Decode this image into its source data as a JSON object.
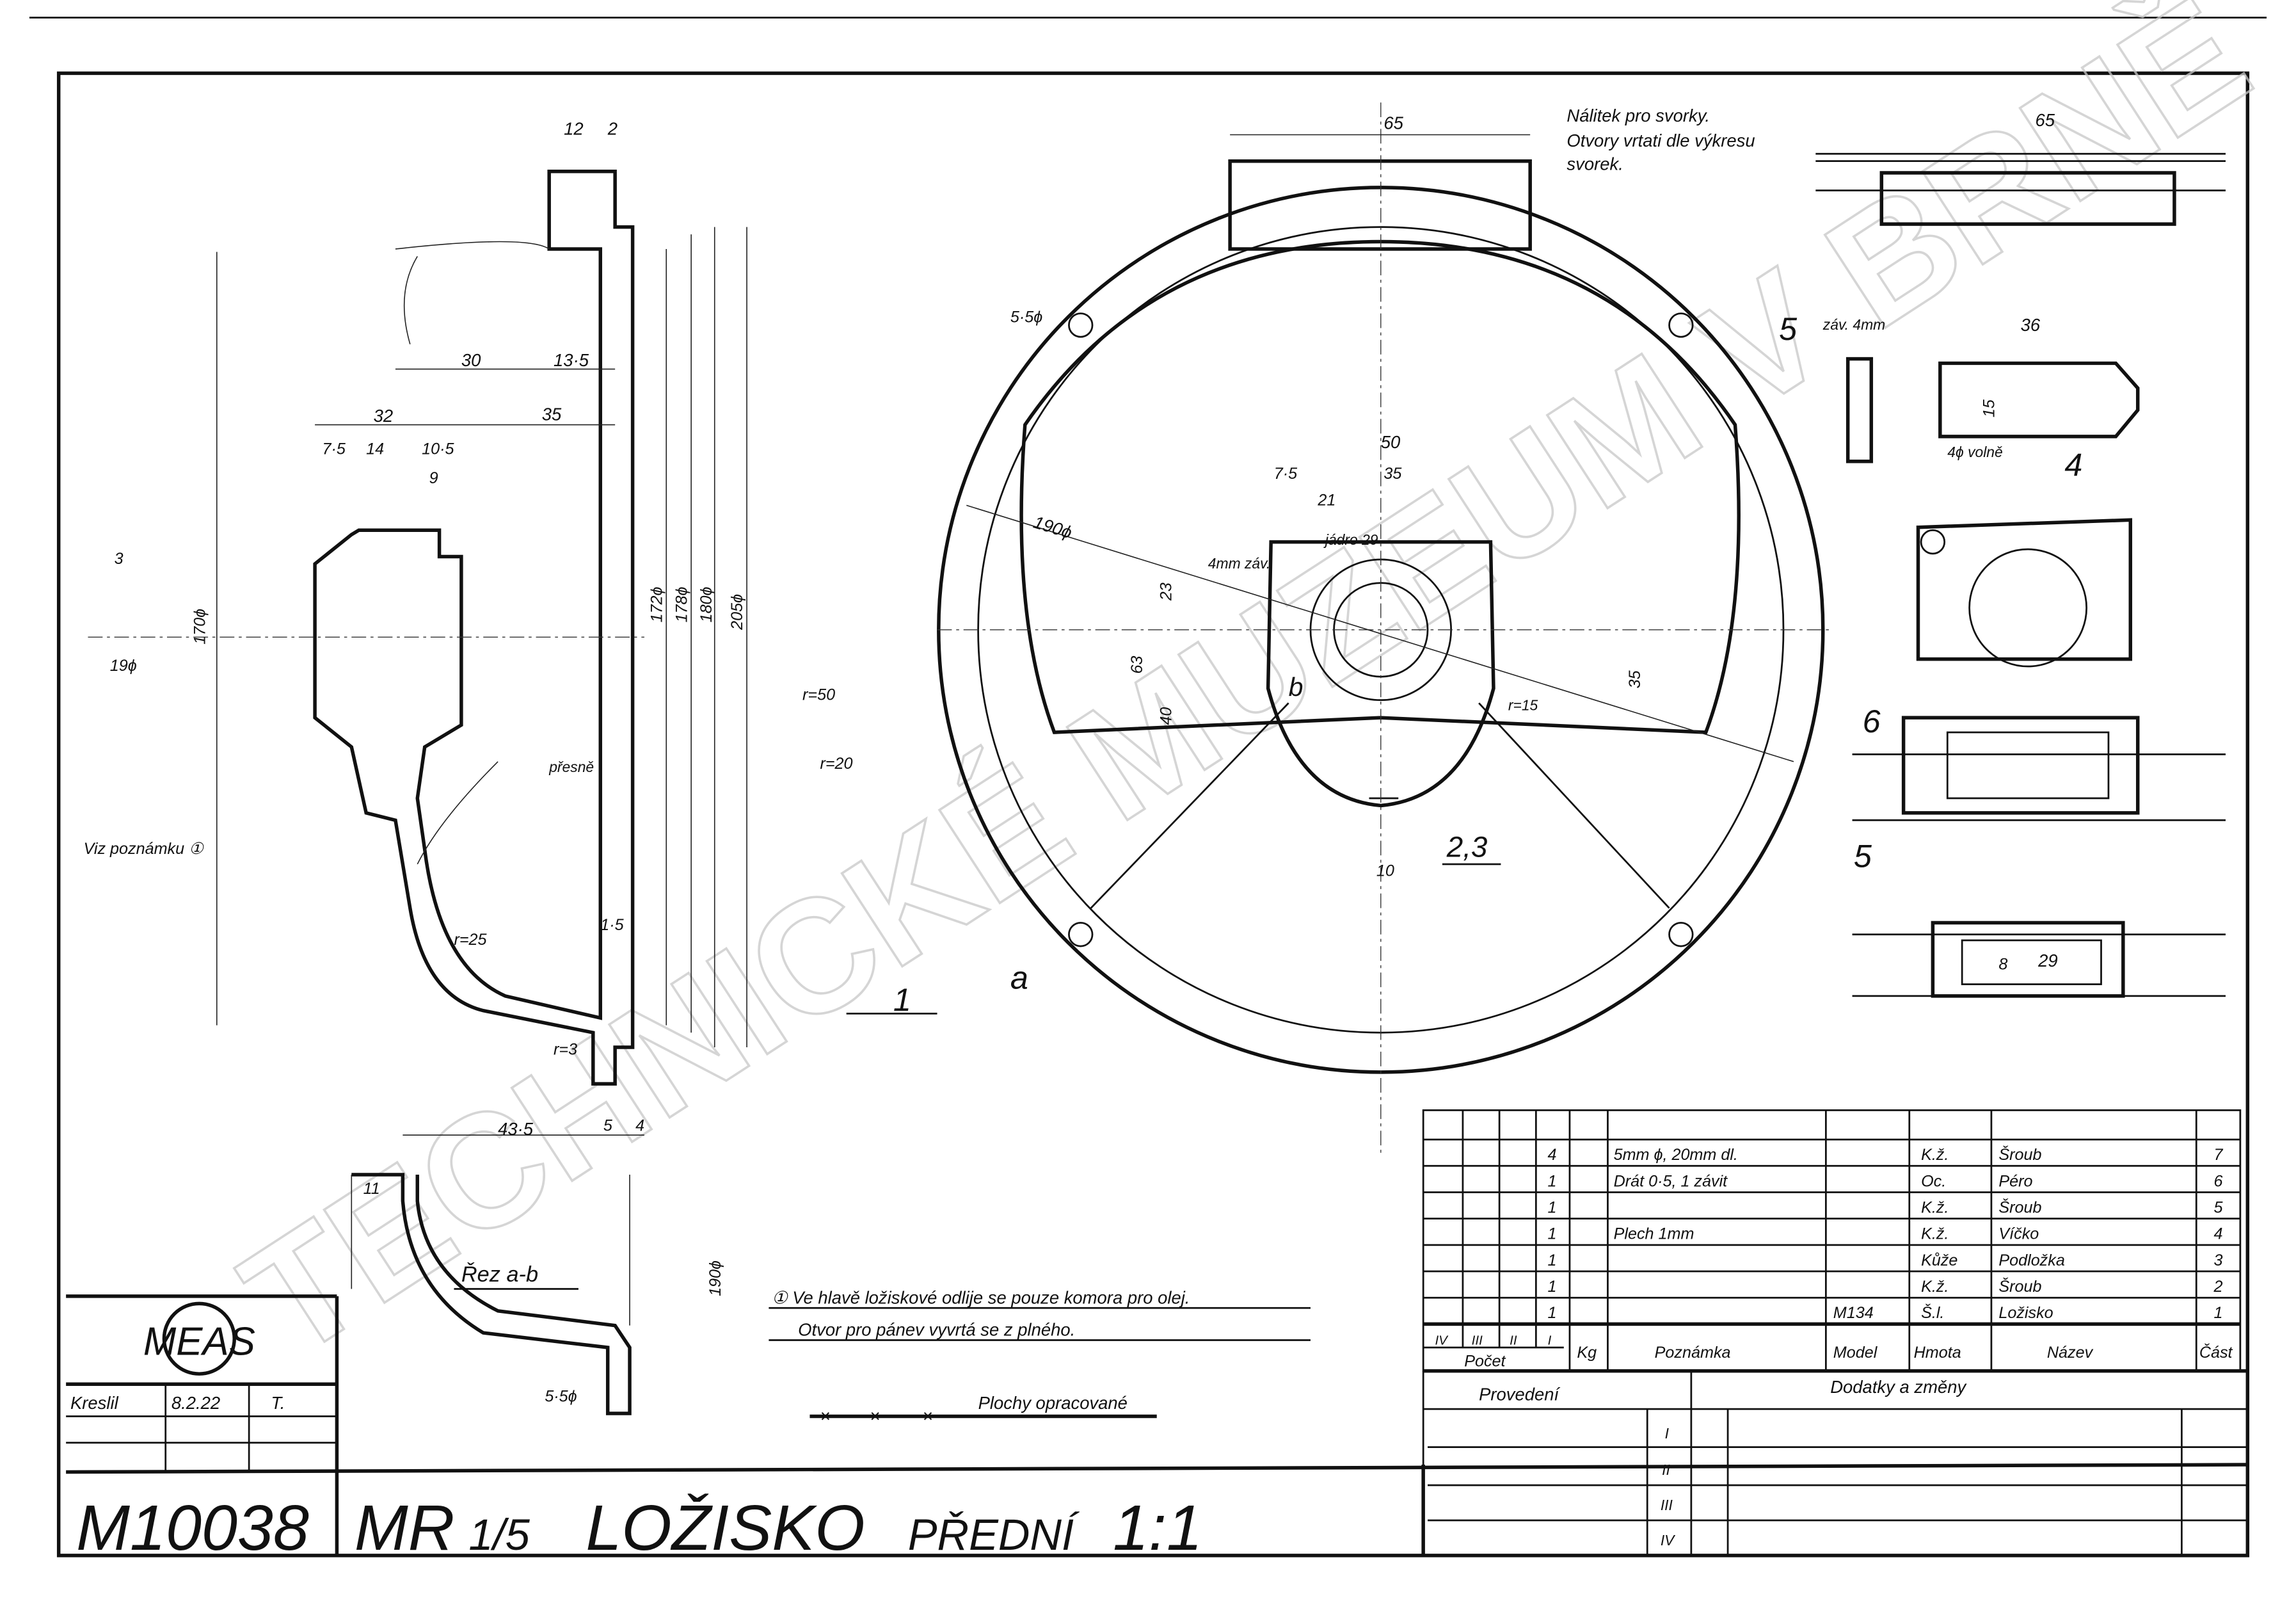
{
  "drawing": {
    "number": "M10038",
    "title_prefix": "MR",
    "title_fraction": "1/5",
    "title_main": "LOŽISKO",
    "title_sub": "PŘEDNÍ",
    "scale": "1:1",
    "logo": "MEAS",
    "drawn_label": "Kreslil",
    "drawn_date": "8.2.22",
    "drawn_initial": "T."
  },
  "watermark": "TECHNICKÉ MUZEUM V BRNĚ",
  "notes": {
    "note1": "① Ve hlavě ložiskové odlije se pouze komora pro olej.",
    "note2": "Otvor pro pánev vyvrtá se z plného.",
    "machined": "Plochy opracované",
    "see_note": "Viz poznámku ①",
    "section": "Řez a-b",
    "terminal_note1": "Nálitek pro svorky.",
    "terminal_note2": "Otvory vrtati dle výkresu",
    "terminal_note3": "svorek.",
    "exact": "přesně",
    "core": "jádro 29"
  },
  "part_labels": {
    "p1": "1",
    "p23": "2,3",
    "p4": "4",
    "p5": "5",
    "p5b": "5",
    "p6": "6",
    "sec_a": "a",
    "sec_b": "b"
  },
  "dimensions": {
    "d12": "12",
    "d2": "2",
    "d30": "30",
    "d13_5": "13·5",
    "d35": "35",
    "d32": "32",
    "d7_5": "7·5",
    "d14": "14",
    "d10_5": "10·5",
    "d9": "9",
    "d170": "170ϕ",
    "d172": "172ϕ",
    "d178": "178ϕ",
    "d180": "180ϕ",
    "d205": "205ϕ",
    "d19": "19ϕ",
    "d3": "3",
    "r50": "r=50",
    "r20": "r=20",
    "r25": "r=25",
    "d1_5": "1·5",
    "r3": "r=3",
    "d43_5": "43·5",
    "d5": "5",
    "d4": "4",
    "d11": "11",
    "d190": "190ϕ",
    "d5_5": "5·5ϕ",
    "d65": "65",
    "d190b": "190ϕ",
    "d50": "50",
    "d21": "21",
    "d63": "63",
    "d23": "23",
    "d40": "40",
    "d35b": "35",
    "d10": "10",
    "r15": "r=15",
    "d36": "36",
    "d15": "15",
    "d4volne": "4ϕ volně",
    "zav": "záv. 4mm",
    "d29": "29",
    "d8": "8",
    "d4mm": "4mm záv."
  },
  "parts_table": {
    "rows": [
      {
        "qty": "4",
        "note": "5mm ϕ, 20mm dl.",
        "model": "",
        "material": "K.ž.",
        "name": "Šroub",
        "part": "7"
      },
      {
        "qty": "1",
        "note": "Drát 0·5, 1 závit",
        "model": "",
        "material": "Oc.",
        "name": "Péro",
        "part": "6"
      },
      {
        "qty": "1",
        "note": "",
        "model": "",
        "material": "K.ž.",
        "name": "Šroub",
        "part": "5"
      },
      {
        "qty": "1",
        "note": "Plech 1mm",
        "model": "",
        "material": "K.ž.",
        "name": "Víčko",
        "part": "4"
      },
      {
        "qty": "1",
        "note": "",
        "model": "",
        "material": "Kůže",
        "name": "Podložka",
        "part": "3"
      },
      {
        "qty": "1",
        "note": "",
        "model": "",
        "material": "K.ž.",
        "name": "Šroub",
        "part": "2"
      },
      {
        "qty": "1",
        "note": "",
        "model": "M134",
        "material": "Š.l.",
        "name": "Ložisko",
        "part": "1"
      }
    ],
    "header": {
      "iv": "IV",
      "iii": "III",
      "ii": "II",
      "i": "I",
      "count": "Počet",
      "kg": "Kg",
      "note": "Poznámka",
      "model": "Model",
      "material": "Hmota",
      "name": "Název",
      "part": "Část"
    }
  },
  "revision_block": {
    "execution": "Provedení",
    "changes": "Dodatky a změny",
    "rows": [
      "I",
      "II",
      "III",
      "IV"
    ]
  }
}
